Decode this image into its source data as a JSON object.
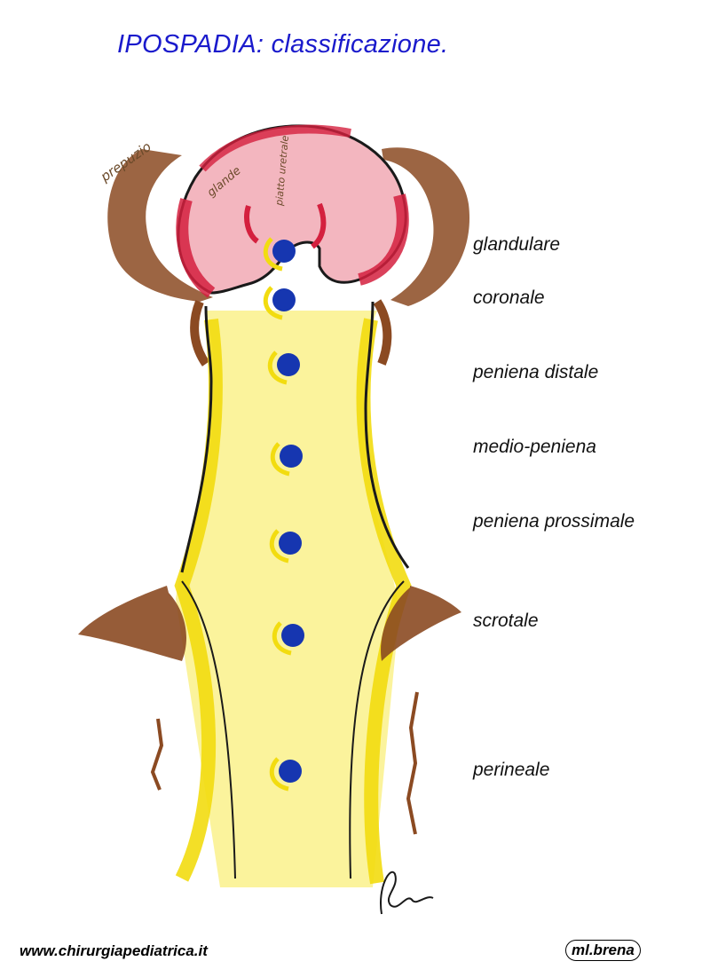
{
  "title": "IPOSPADIA: classificazione.",
  "drawing_annotations": {
    "prepuzio": "prepuzio",
    "glande": "glande",
    "piatto_uretrale": "piatto uretrale"
  },
  "levels": [
    {
      "id": "glandulare",
      "label": "glandulare"
    },
    {
      "id": "coronale",
      "label": "coronale"
    },
    {
      "id": "peniena-distale",
      "label": "peniena distale"
    },
    {
      "id": "medio-peniena",
      "label": "medio-peniena"
    },
    {
      "id": "peniena-prossimale",
      "label": "peniena prossimale"
    },
    {
      "id": "scrotale",
      "label": "scrotale"
    },
    {
      "id": "perineale",
      "label": "perineale"
    }
  ],
  "footer": {
    "site": "www.chirurgiapediatrica.it",
    "author": "ml.brena"
  },
  "colors": {
    "title": "#1a1acc",
    "glans": "#d4203e",
    "prepuce": "#8b4a22",
    "shaft": "#f2dc10",
    "meatus": "#1636b0",
    "outline": "#1a1a1a"
  }
}
